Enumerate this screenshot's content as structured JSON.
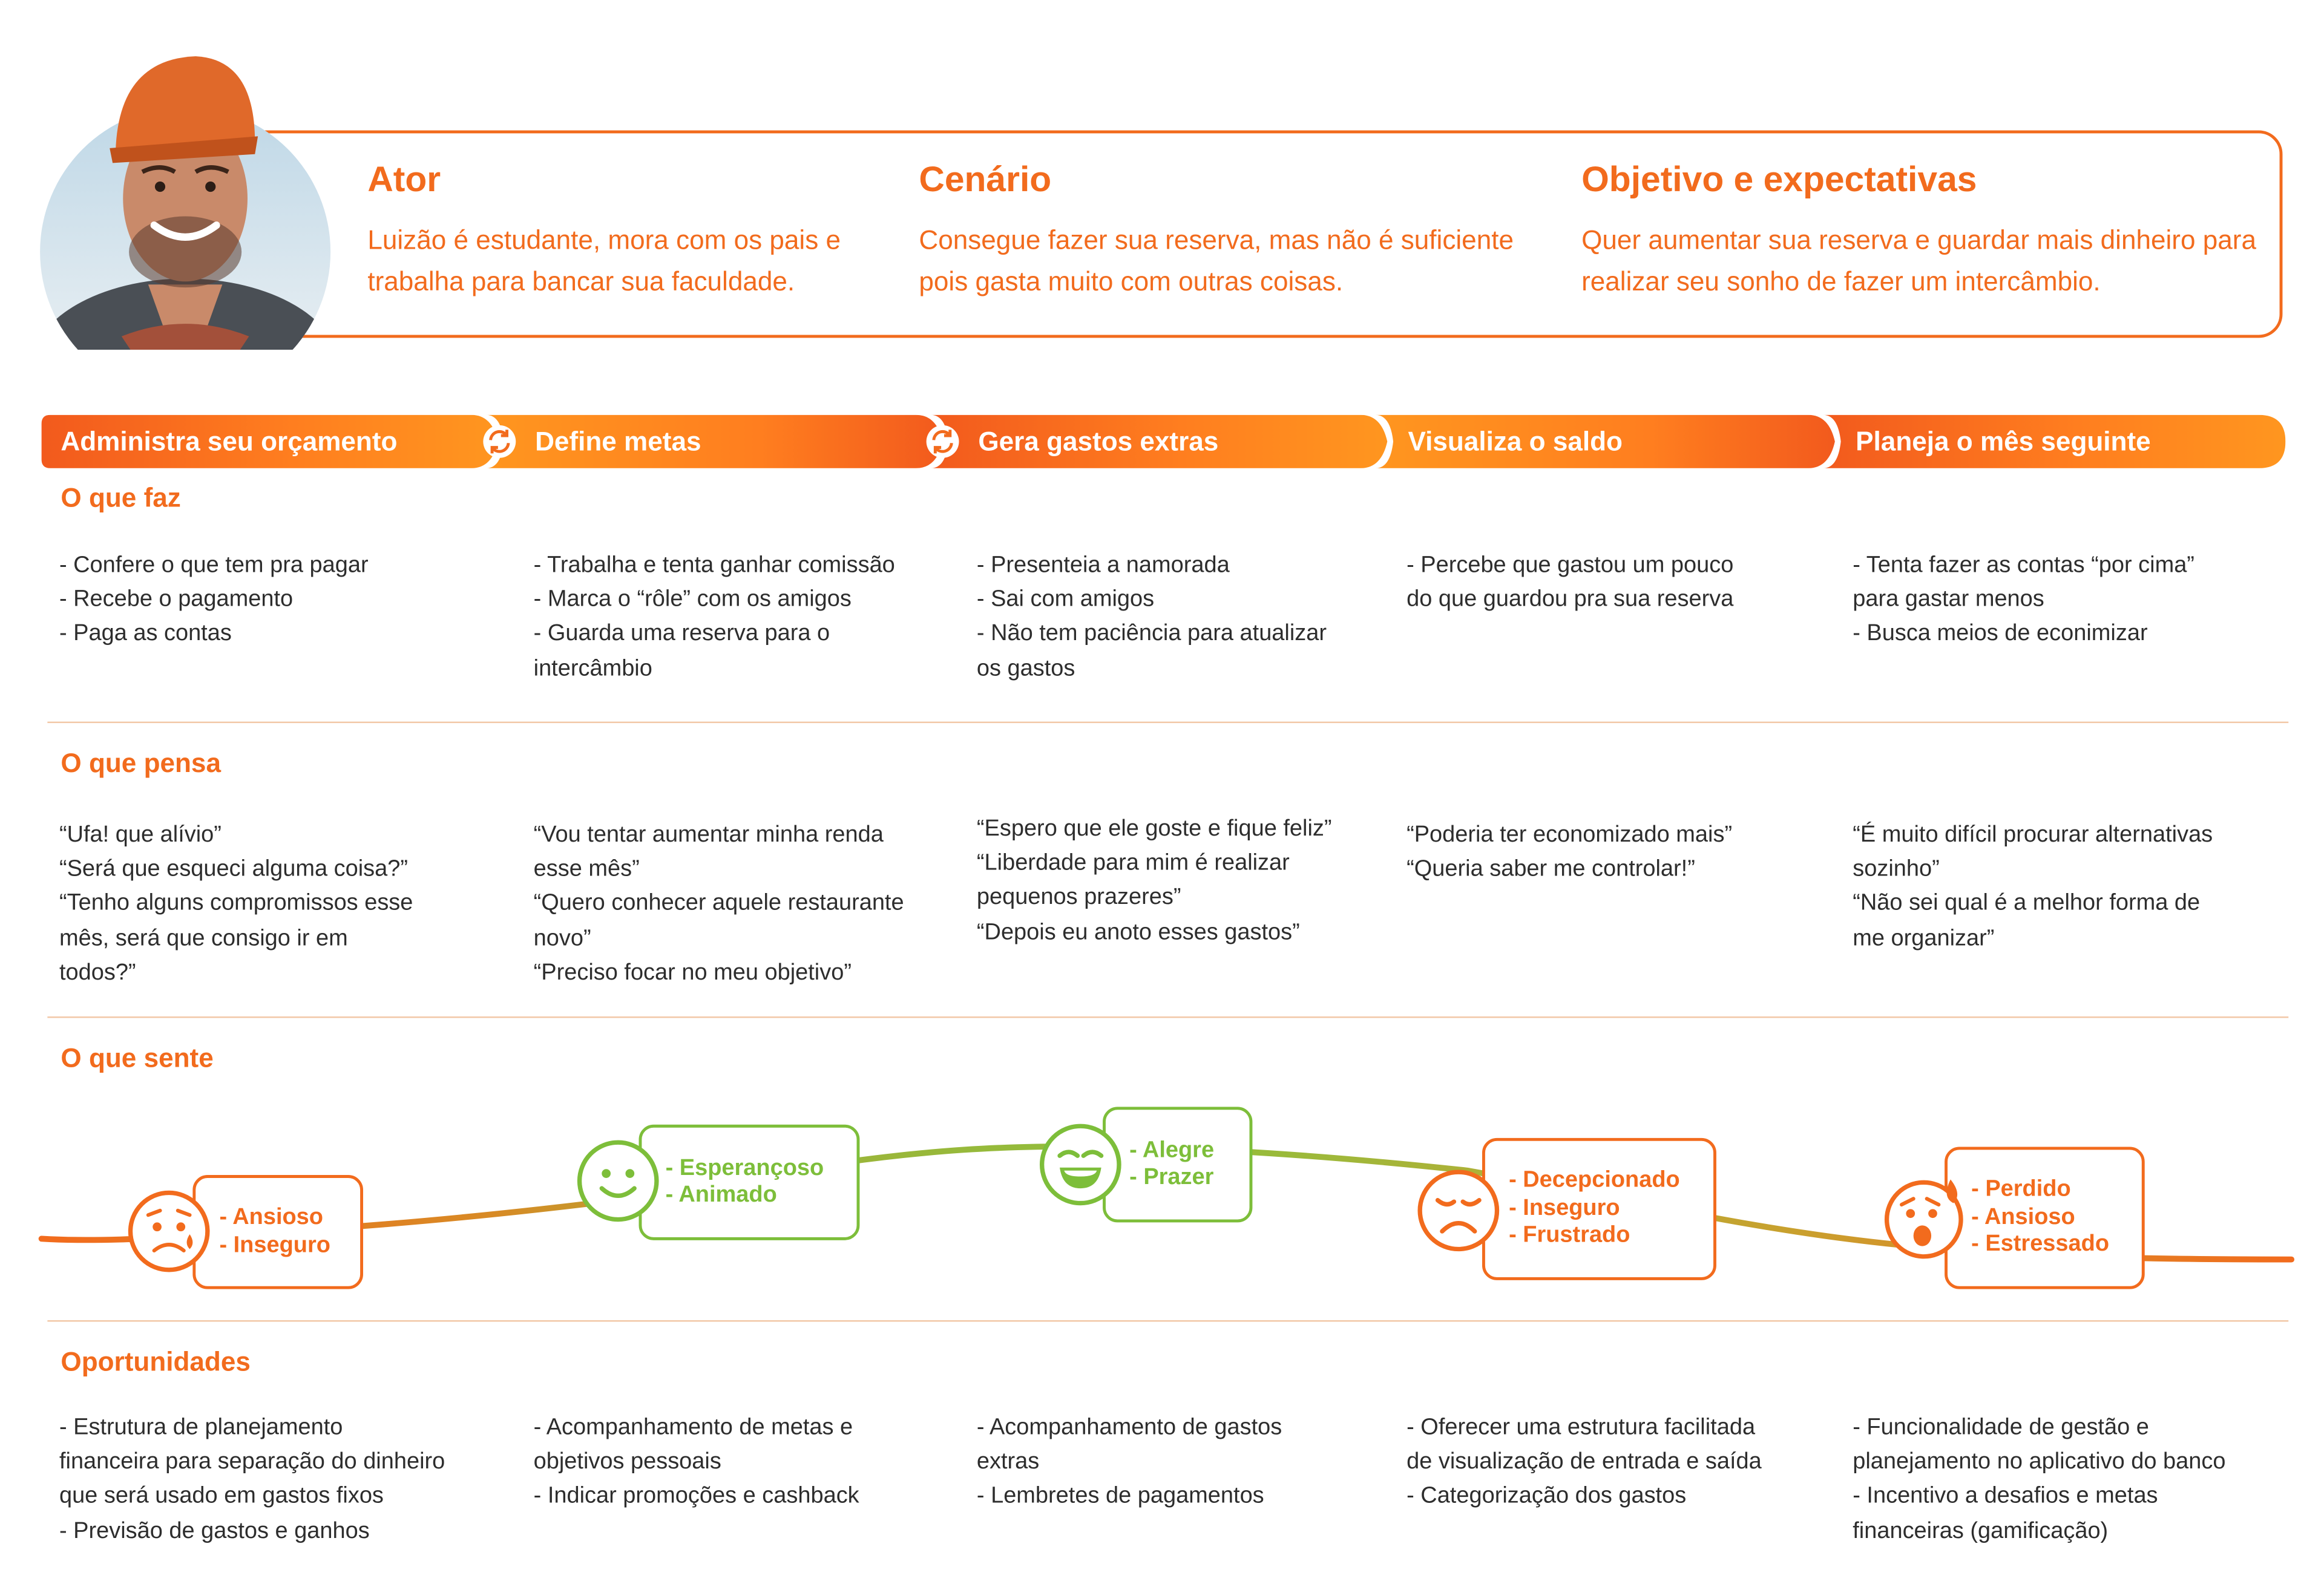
{
  "header": {
    "actor": {
      "title": "Ator",
      "text": "Luizão é estudante, mora com os pais e trabalha para bancar sua faculdade."
    },
    "scenario": {
      "title": "Cenário",
      "text": "Consegue fazer sua reserva, mas não é suficiente pois gasta muito com outras coisas."
    },
    "goal": {
      "title": "Objetivo e expectativas",
      "text": "Quer aumentar sua reserva e guardar mais dinheiro para realizar seu sonho de fazer um intercâmbio."
    }
  },
  "phases": [
    {
      "label": "Administra seu orçamento"
    },
    {
      "label": "Define metas"
    },
    {
      "label": "Gera gastos extras"
    },
    {
      "label": "Visualiza o saldo"
    },
    {
      "label": "Planeja o mês seguinte"
    }
  ],
  "rows": {
    "does": {
      "title": "O que faz",
      "cells": [
        "- Confere o que tem pra pagar\n- Recebe o pagamento\n- Paga as contas",
        "- Trabalha e tenta ganhar comissão\n- Marca o “rôle” com os amigos\n- Guarda uma reserva para o\nintercâmbio",
        "- Presenteia a namorada\n- Sai com amigos\n- Não tem paciência para atualizar\nos gastos",
        "- Percebe que gastou um pouco\ndo que guardou pra sua reserva",
        "- Tenta fazer as contas “por cima”\npara gastar menos\n- Busca meios de econimizar"
      ]
    },
    "thinks": {
      "title": "O que pensa",
      "cells": [
        "“Ufa! que alívio”\n“Será que esqueci alguma coisa?”\n“Tenho alguns compromissos esse\nmês, será que consigo ir em\ntodos?”",
        "“Vou tentar aumentar minha renda\nesse mês”\n“Quero conhecer aquele restaurante\nnovo”\n“Preciso focar no meu objetivo”",
        "“Espero que ele goste e fique feliz”\n“Liberdade para mim é realizar\npequenos prazeres”\n“Depois eu anoto esses gastos”",
        "“Poderia ter economizado mais”\n“Queria saber me controlar!”",
        "“É muito difícil procurar alternativas\nsozinho”\n“Não sei qual é a melhor forma de\nme organizar”"
      ]
    },
    "feels": {
      "title": "O que sente",
      "emotions": [
        {
          "items": [
            "- Ansioso",
            "- Inseguro"
          ],
          "tone": "negative",
          "icon": "worried-face-icon"
        },
        {
          "items": [
            "- Esperançoso",
            "- Animado"
          ],
          "tone": "positive",
          "icon": "smiling-face-icon"
        },
        {
          "items": [
            "- Alegre",
            "- Prazer"
          ],
          "tone": "positive",
          "icon": "grinning-face-icon"
        },
        {
          "items": [
            "- Decepcionado",
            "- Inseguro",
            "- Frustrado"
          ],
          "tone": "negative",
          "icon": "sad-face-icon"
        },
        {
          "items": [
            "- Perdido",
            "- Ansioso",
            "- Estressado"
          ],
          "tone": "negative",
          "icon": "anxious-sweat-face-icon"
        }
      ]
    },
    "opportunities": {
      "title": "Oportunidades",
      "cells": [
        "- Estrutura de planejamento\nfinanceira para separação do dinheiro\nque será usado em gastos fixos\n- Previsão de gastos e ganhos",
        "- Acompanhamento de metas e\nobjetivos pessoais\n- Indicar promoções e cashback",
        "- Acompanhamento de gastos\nextras\n- Lembretes de pagamentos",
        "- Oferecer uma estrutura facilitada\nde visualização de entrada e saída\n- Categorização dos gastos",
        "- Funcionalidade de gestão e\nplanejamento no aplicativo do banco\n- Incentivo a desafios e metas\nfinanceiras (gamificação)"
      ]
    }
  },
  "colors": {
    "brand_orange": "#F26B1D",
    "gradient_light": "#FF8A1E",
    "gradient_dark": "#F25A1D",
    "positive_green": "#7DBE3A",
    "divider": "#F2C7A6",
    "text": "#2d2d2d"
  }
}
